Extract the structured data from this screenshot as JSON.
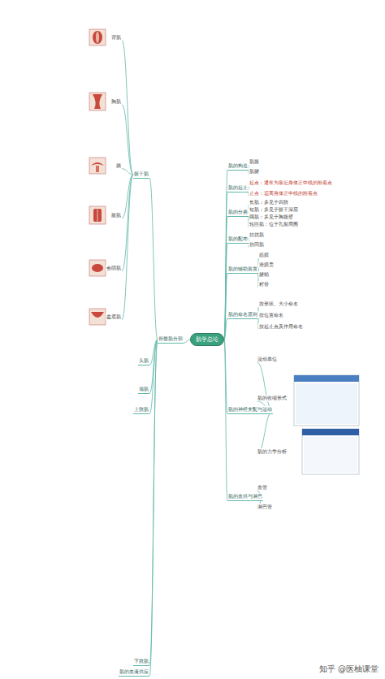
{
  "diagram": {
    "nodes": [
      {
        "text": [
          "肌学总论"
        ]
      },
      {
        "text": [
          "肌的构造"
        ]
      },
      {
        "text": [
          "肌腹"
        ]
      },
      {
        "text": [
          "肌腱"
        ]
      },
      {
        "text": [
          "肌的起止"
        ]
      },
      {
        "text": [
          "起点：通常为靠近身体正中线的附着点"
        ]
      },
      {
        "text": [
          "止点：远离身体正中线的附着点"
        ]
      },
      {
        "text": [
          "肌的分类"
        ]
      },
      {
        "text": [
          "长肌：多见于四肢"
        ]
      },
      {
        "text": [
          "短肌：多见于躯干深层"
        ]
      },
      {
        "text": [
          "阔肌：多见于胸腹壁"
        ]
      },
      {
        "text": [
          "轮匝肌：位于孔裂周围"
        ]
      },
      {
        "text": [
          "肌的配布"
        ]
      },
      {
        "text": [
          "拮抗肌"
        ]
      },
      {
        "text": [
          "协同肌"
        ]
      },
      {
        "text": [
          "肌的辅助装置"
        ]
      },
      {
        "text": [
          "筋膜"
        ]
      },
      {
        "text": [
          "滑膜囊"
        ]
      },
      {
        "text": [
          "腱鞘"
        ]
      },
      {
        "text": [
          "籽骨"
        ]
      },
      {
        "text": [
          "肌的命名原则"
        ]
      },
      {
        "text": [
          "按形状、大小命名"
        ]
      },
      {
        "text": [
          "按位置命名"
        ]
      },
      {
        "text": [
          "按起止点及作用命名"
        ]
      },
      {
        "text": [
          "肌的神经支配与运动"
        ]
      },
      {
        "text": [
          "运动单位"
        ]
      },
      {
        "text": [
          "肌的收缩形式"
        ]
      },
      {
        "text": [
          "肌的力学分析"
        ]
      },
      {
        "text": [
          "肌的血供与淋巴"
        ]
      },
      {
        "text": [
          "血管"
        ]
      },
      {
        "text": [
          "淋巴管"
        ]
      },
      {
        "text": [
          "骨骼肌分部"
        ]
      },
      {
        "text": [
          "躯干肌"
        ]
      },
      {
        "text": [
          "背肌"
        ]
      },
      {
        "text": [
          "胸肌"
        ]
      },
      {
        "text": [
          "膈"
        ]
      },
      {
        "text": [
          "腹肌"
        ]
      },
      {
        "text": [
          "会阴肌"
        ]
      },
      {
        "text": [
          "盆底肌"
        ]
      },
      {
        "text": [
          "头肌"
        ]
      },
      {
        "text": [
          "颈肌"
        ]
      },
      {
        "text": [
          "上肢肌"
        ]
      },
      {
        "text": [
          "下肢肌"
        ]
      },
      {
        "text": [
          "肌的血液供应"
        ]
      }
    ],
    "edges": [
      {
        "from": 0,
        "to": 1,
        "arrow": "none"
      },
      {
        "from": 1,
        "to": 2,
        "arrow": "none"
      },
      {
        "from": 1,
        "to": 3,
        "arrow": "none"
      },
      {
        "from": 0,
        "to": 4,
        "arrow": "none"
      },
      {
        "from": 4,
        "to": 5,
        "arrow": "none"
      },
      {
        "from": 4,
        "to": 6,
        "arrow": "none"
      },
      {
        "from": 0,
        "to": 7,
        "arrow": "none"
      },
      {
        "from": 7,
        "to": 8,
        "arrow": "none"
      },
      {
        "from": 7,
        "to": 9,
        "arrow": "none"
      },
      {
        "from": 7,
        "to": 10,
        "arrow": "none"
      },
      {
        "from": 7,
        "to": 11,
        "arrow": "none"
      },
      {
        "from": 0,
        "to": 12,
        "arrow": "none"
      },
      {
        "from": 12,
        "to": 13,
        "arrow": "none"
      },
      {
        "from": 12,
        "to": 14,
        "arrow": "none"
      },
      {
        "from": 0,
        "to": 15,
        "arrow": "none"
      },
      {
        "from": 15,
        "to": 16,
        "arrow": "none"
      },
      {
        "from": 15,
        "to": 17,
        "arrow": "none"
      },
      {
        "from": 15,
        "to": 18,
        "arrow": "none"
      },
      {
        "from": 15,
        "to": 19,
        "arrow": "none"
      },
      {
        "from": 0,
        "to": 20,
        "arrow": "none"
      },
      {
        "from": 20,
        "to": 21,
        "arrow": "none"
      },
      {
        "from": 20,
        "to": 22,
        "arrow": "none"
      },
      {
        "from": 20,
        "to": 23,
        "arrow": "none"
      },
      {
        "from": 0,
        "to": 24,
        "arrow": "none"
      },
      {
        "from": 24,
        "to": 25,
        "arrow": "none"
      },
      {
        "from": 24,
        "to": 26,
        "arrow": "none"
      },
      {
        "from": 24,
        "to": 27,
        "arrow": "none"
      },
      {
        "from": 0,
        "to": 28,
        "arrow": "none"
      },
      {
        "from": 28,
        "to": 29,
        "arrow": "none"
      },
      {
        "from": 28,
        "to": 30,
        "arrow": "none"
      },
      {
        "from": 0,
        "to": 31,
        "arrow": "none"
      },
      {
        "from": 31,
        "to": 32,
        "arrow": "none"
      },
      {
        "from": 32,
        "to": 33,
        "arrow": "none"
      },
      {
        "from": 32,
        "to": 34,
        "arrow": "none"
      },
      {
        "from": 32,
        "to": 35,
        "arrow": "none"
      },
      {
        "from": 32,
        "to": 36,
        "arrow": "none"
      },
      {
        "from": 32,
        "to": 37,
        "arrow": "none"
      },
      {
        "from": 32,
        "to": 38,
        "arrow": "none"
      },
      {
        "from": 31,
        "to": 39,
        "arrow": "none"
      },
      {
        "from": 31,
        "to": 40,
        "arrow": "none"
      },
      {
        "from": 31,
        "to": 41,
        "arrow": "none"
      },
      {
        "from": 31,
        "to": 42,
        "arrow": "none"
      },
      {
        "from": 31,
        "to": 43,
        "arrow": "none"
      }
    ],
    "labels": [
      "知乎 @医柚课堂"
    ]
  }
}
